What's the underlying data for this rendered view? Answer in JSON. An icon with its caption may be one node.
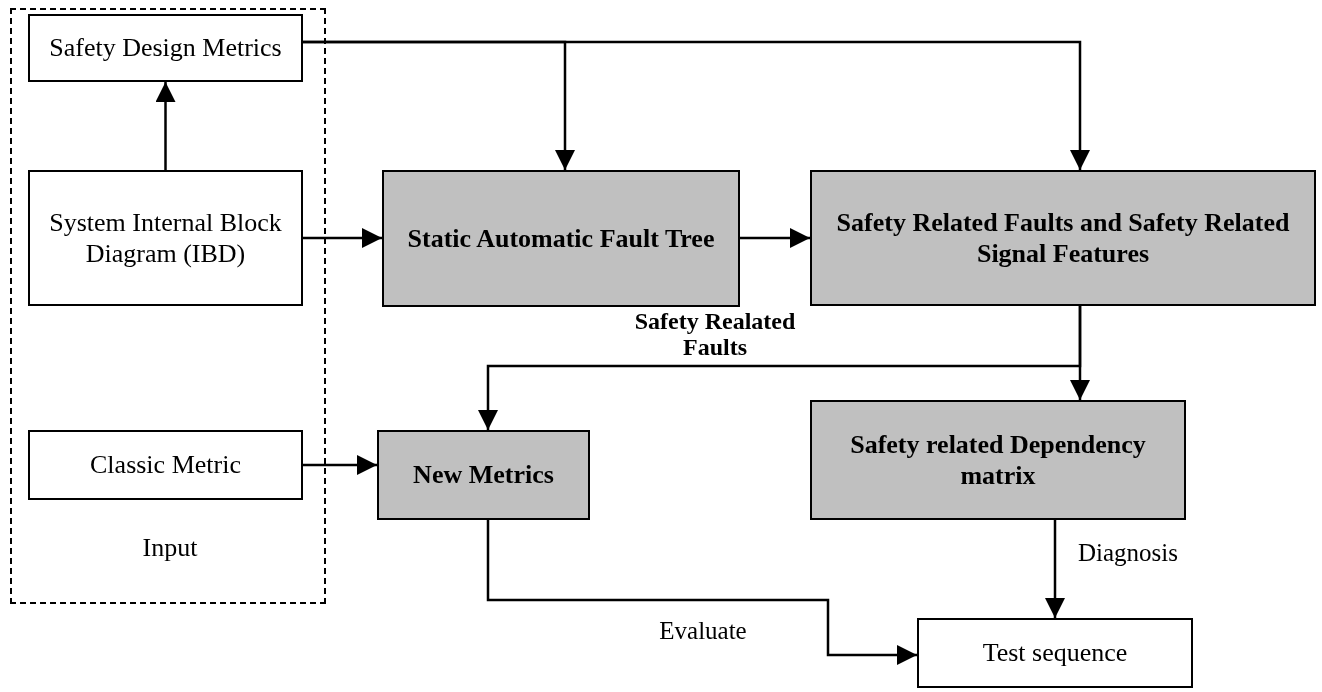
{
  "diagram": {
    "nodes": [
      {
        "text": [
          "Input"
        ]
      },
      {
        "text": [
          "Safety Design Metrics"
        ],
        "in": 0
      },
      {
        "text": [
          "System Internal Block Diagram (IBD)"
        ],
        "in": 0
      },
      {
        "text": [
          "Classic Metric"
        ],
        "in": 0
      },
      {
        "text": [
          "Static Automatic Fault Tree"
        ]
      },
      {
        "text": [
          "Safety Related Faults and Safety Related Signal Features"
        ]
      },
      {
        "text": [
          "New Metrics"
        ]
      },
      {
        "text": [
          "Safety related Dependency matrix"
        ]
      },
      {
        "text": [
          "Test sequence"
        ]
      }
    ],
    "edges": [
      {
        "from": 2,
        "to": 1,
        "arrow": "to"
      },
      {
        "from": 1,
        "to": 4,
        "arrow": "to"
      },
      {
        "from": 1,
        "to": 5,
        "arrow": "to"
      },
      {
        "from": 2,
        "to": 4,
        "arrow": "to"
      },
      {
        "from": 4,
        "to": 5,
        "arrow": "to"
      },
      {
        "from": 5,
        "to": 6,
        "arrow": "to",
        "label": "Safety Realated Faults"
      },
      {
        "from": 5,
        "to": 7,
        "arrow": "to"
      },
      {
        "from": 3,
        "to": 6,
        "arrow": "to"
      },
      {
        "from": 7,
        "to": 8,
        "arrow": "to",
        "label": "Diagnosis"
      },
      {
        "from": 6,
        "to": 8,
        "arrow": "to",
        "label": "Evaluate"
      }
    ]
  }
}
